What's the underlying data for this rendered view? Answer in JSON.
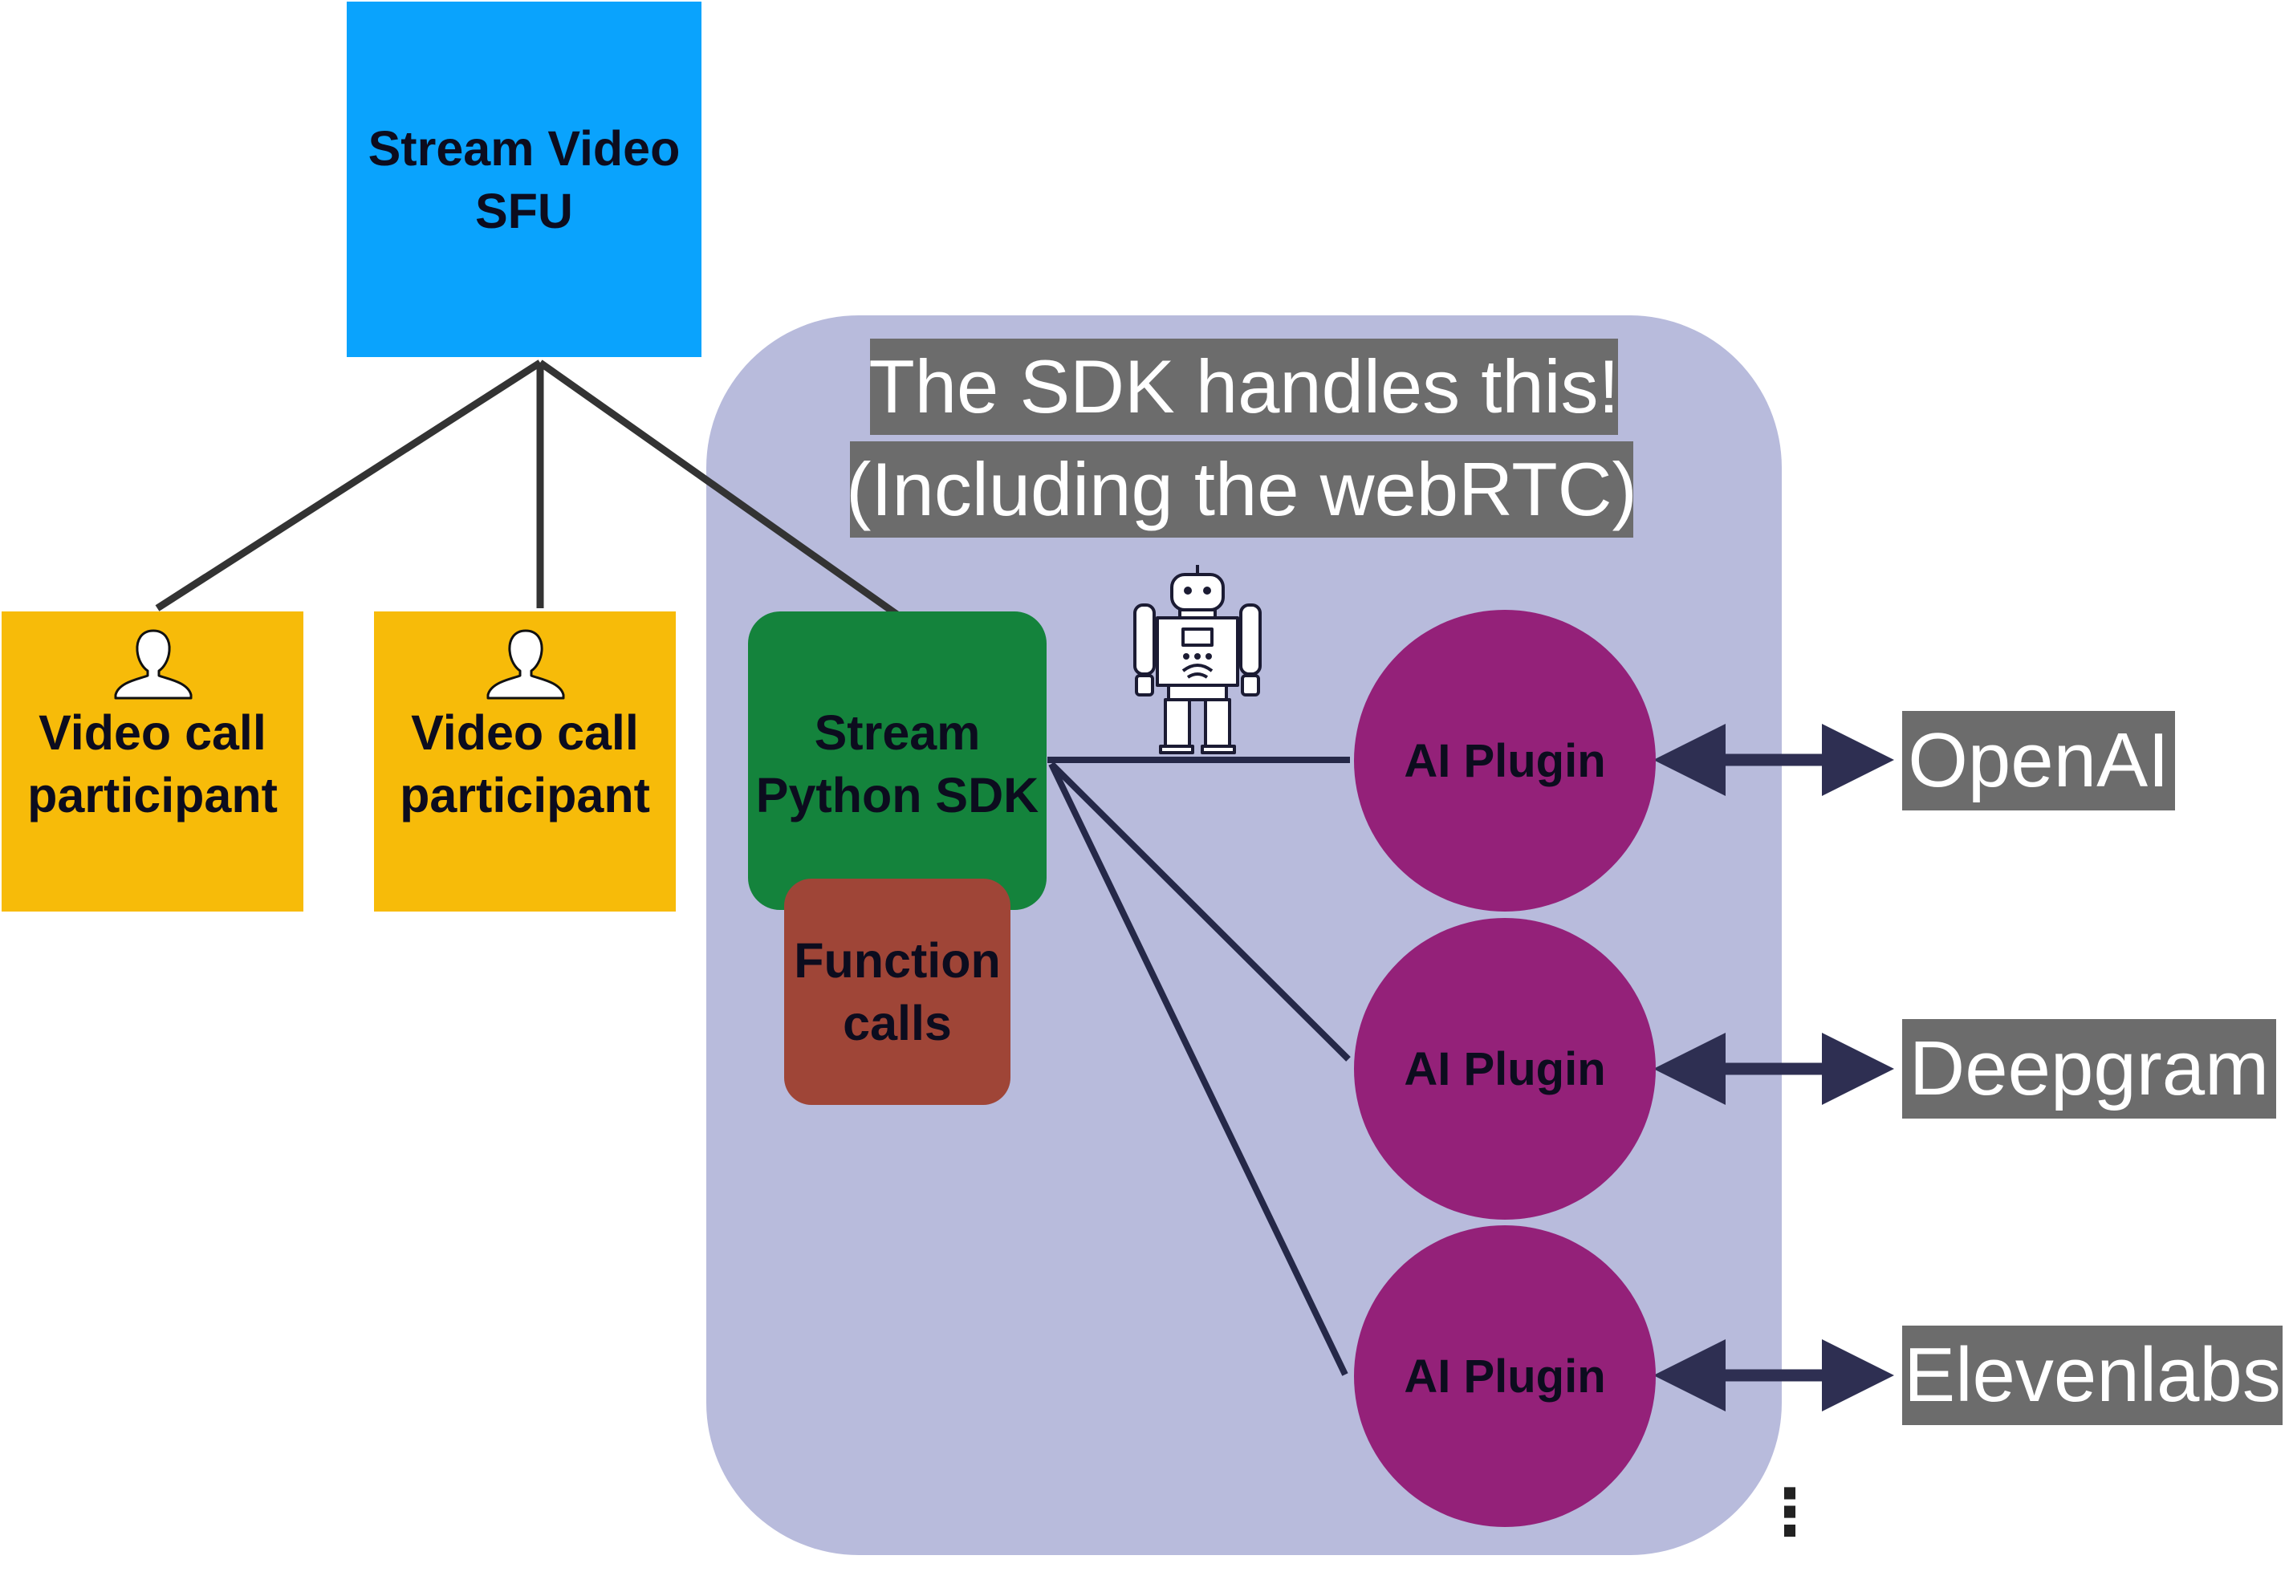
{
  "sfu": {
    "label_line1": "Stream Video",
    "label_line2": "SFU"
  },
  "participants": [
    {
      "label_line1": "Video call",
      "label_line2": "participant",
      "icon": "user-icon"
    },
    {
      "label_line1": "Video call",
      "label_line2": "participant",
      "icon": "user-icon"
    }
  ],
  "sdk_region": {
    "note_line1": "The SDK handles this!",
    "note_line2": "(Including the webRTC)"
  },
  "python_sdk": {
    "label_line1": "Stream",
    "label_line2": "Python SDK"
  },
  "function_calls": {
    "label_line1": "Function",
    "label_line2": "calls"
  },
  "robot_icon": "robot-icon",
  "plugins": [
    {
      "label": "AI Plugin",
      "service": "OpenAI"
    },
    {
      "label": "AI Plugin",
      "service": "Deepgram"
    },
    {
      "label": "AI Plugin",
      "service": "Elevenlabs"
    }
  ],
  "more_indicator": "⋮",
  "colors": {
    "sfu": "#0aa3fd",
    "participant": "#f7bb09",
    "sdk_region": "#b8bbdc",
    "python_sdk": "#14833c",
    "function_calls": "#9f4537",
    "plugin": "#942179",
    "label_bg": "#6c6c6c",
    "connector": "#333333",
    "connector_navy": "#252848"
  }
}
